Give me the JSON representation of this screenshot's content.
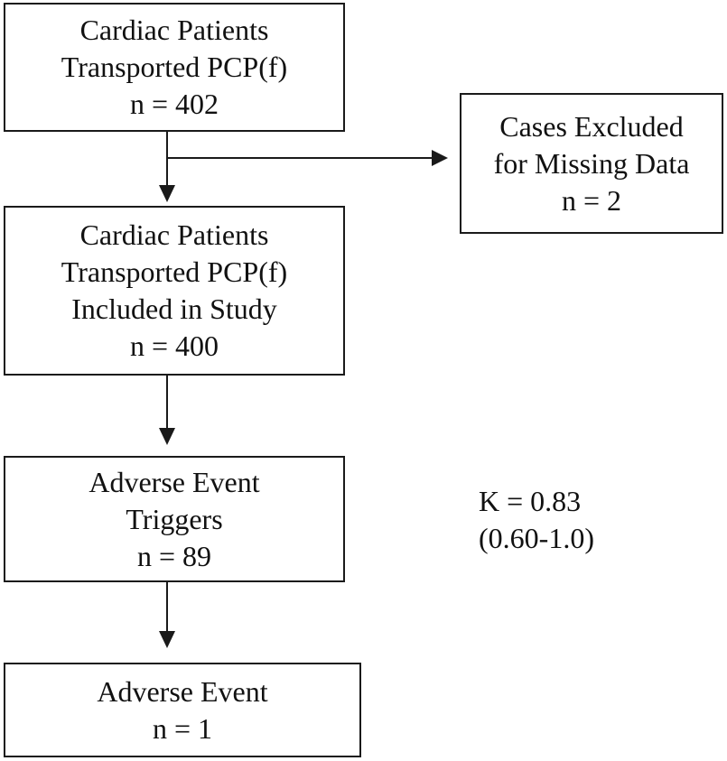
{
  "boxes": {
    "total": {
      "line1": "Cardiac Patients",
      "line2": "Transported PCP(f)",
      "count": "n = 402"
    },
    "excluded": {
      "line1": "Cases Excluded",
      "line2": "for Missing Data",
      "count": "n = 2"
    },
    "included": {
      "line1": "Cardiac Patients",
      "line2": "Transported PCP(f)",
      "line3": "Included in Study",
      "count": "n = 400"
    },
    "triggers": {
      "line1": "Adverse Event",
      "line2": "Triggers",
      "count": "n = 89"
    },
    "event": {
      "line1": "Adverse Event",
      "count": "n = 1"
    }
  },
  "kappa": {
    "value": "K = 0.83",
    "interval": "(0.60-1.0)"
  },
  "colors": {
    "line": "#1a1a1a",
    "background": "#ffffff"
  }
}
